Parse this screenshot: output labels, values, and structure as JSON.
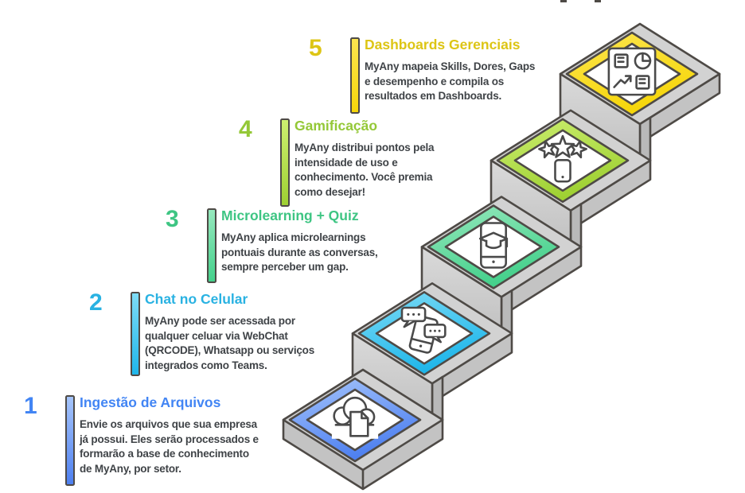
{
  "figure": {
    "type": "staircase-process-infographic",
    "language": "pt-BR",
    "step_count": 5
  },
  "colors": {
    "background": "#ffffff",
    "outline": "#4e4a46",
    "text_body": "#3f4347",
    "icon_stroke": "#4a4a4a",
    "slab_top": "#d2d2d2",
    "slab_side": "#c3c3c3",
    "riser_light": "#dadada",
    "riser_dark": "#bfbfbf",
    "tongue": "#b9b9b9",
    "tile_inner": "#ffffff"
  },
  "steps": [
    {
      "number": "1",
      "title": "Ingestão de Arquivos",
      "accent": "#4285f4",
      "tile_main": "#4e80f0",
      "tile_light": "#a6c5fb",
      "icon": "cloud-document-icon",
      "lines": [
        "Envie os arquivos que sua empresa",
        "já possui. Eles serão processados e",
        "formarão a base de conhecimento",
        "de MyAny, por setor."
      ]
    },
    {
      "number": "2",
      "title": "Chat no Celular",
      "accent": "#29b2e2",
      "tile_main": "#1fb6ea",
      "tile_light": "#7edcf6",
      "icon": "phone-chat-bubbles-icon",
      "lines": [
        "MyAny pode ser acessada por",
        "qualquer celuar via WebChat",
        "(QRCODE), Whatsapp ou serviços",
        "integrados como Teams."
      ]
    },
    {
      "number": "3",
      "title": "Microlearning + Quiz",
      "accent": "#3ec583",
      "tile_main": "#44d08b",
      "tile_light": "#96e8bd",
      "icon": "phone-graduation-cap-icon",
      "lines": [
        "MyAny aplica microlearnings",
        "pontuais durante as conversas,",
        "sempre perceber um gap."
      ]
    },
    {
      "number": "4",
      "title": "Gamificação",
      "accent": "#94c837",
      "tile_main": "#9ed032",
      "tile_light": "#cdef70",
      "icon": "three-stars-phone-icon",
      "lines": [
        "MyAny distribui pontos pela",
        "intensidade de uso e",
        "conhecimento. Você premia",
        "como desejar!"
      ]
    },
    {
      "number": "5",
      "title": "Dashboards Gerenciais",
      "accent": "#ddc515",
      "tile_main": "#f6d60a",
      "tile_light": "#fce54f",
      "icon": "dashboard-report-icon",
      "lines": [
        "MyAny mapeia Skills, Dores, Gaps",
        "e desempenho e compila os",
        "resultados em Dashboards."
      ]
    }
  ]
}
